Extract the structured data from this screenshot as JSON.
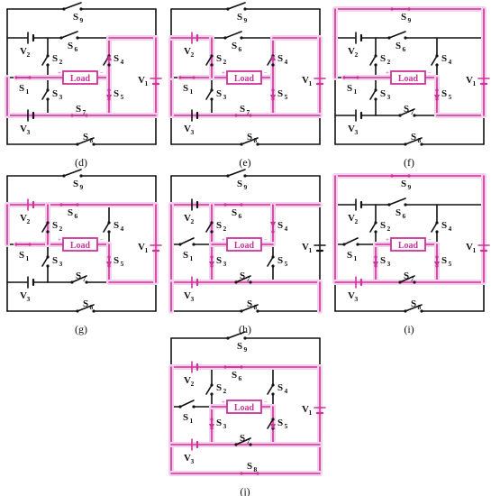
{
  "figure": {
    "colors": {
      "wire": "#111111",
      "path": "#cc3399",
      "highlight": "#f3d2ec",
      "background": "#ffffff"
    },
    "components": {
      "load": "Load",
      "plus": "+",
      "minus": "−"
    },
    "labels": {
      "S9": [
        "S",
        "9"
      ],
      "S6": [
        "S",
        "6"
      ],
      "S2": [
        "S",
        "2"
      ],
      "S4": [
        "S",
        "4"
      ],
      "S1": [
        "S",
        "1"
      ],
      "S3": [
        "S",
        "3"
      ],
      "S5": [
        "S",
        "5"
      ],
      "S7": [
        "S",
        "7"
      ],
      "S8": [
        "S",
        "8"
      ],
      "V1": [
        "V",
        "1"
      ],
      "V2": [
        "V",
        "2"
      ],
      "V3": [
        "V",
        "3"
      ]
    },
    "panels": [
      {
        "id": "d",
        "caption": "(d)",
        "closed": [
          "S1",
          "S7",
          "S5"
        ],
        "path": [
          [
            "S1w",
            "Lw"
          ],
          [
            "Le",
            "N2m"
          ],
          [
            "N2m",
            "S5"
          ],
          [
            "N2m",
            "N3t"
          ],
          [
            "N2t",
            "V1"
          ],
          [
            "N2t",
            "N2m"
          ],
          [
            "N1m",
            "S3"
          ]
        ],
        "arrows": [
          {
            "seg": "N2tm",
            "dir": "up"
          },
          {
            "seg": "N2mb",
            "dir": "down"
          }
        ]
      },
      {
        "id": "e",
        "caption": "(e)",
        "closed": [
          "S1",
          "S7",
          "S5"
        ],
        "path": [
          [
            "S1w",
            "Lw"
          ],
          [
            "Le",
            "N2m"
          ],
          [
            "N2m",
            "S5"
          ],
          [
            "N2t",
            "V1"
          ],
          [
            "V2",
            "S2"
          ]
        ],
        "arrows": [
          {
            "seg": "N2tm",
            "dir": "up"
          },
          {
            "seg": "N2mb",
            "dir": "down"
          }
        ]
      },
      {
        "id": "f",
        "caption": "(f)",
        "closed": [
          "S9",
          "S1",
          "S5"
        ],
        "path": [
          [
            "S9"
          ],
          [
            "S1w",
            "Lw"
          ],
          [
            "Le",
            "N2m"
          ],
          [
            "N2m",
            "S5"
          ],
          [
            "V1"
          ]
        ],
        "arrows": [
          {
            "seg": "N2mb",
            "dir": "down"
          }
        ]
      },
      {
        "id": "g",
        "caption": "(g)",
        "closed": [
          "S6",
          "S1",
          "S5"
        ],
        "path": [
          [
            "S1w",
            "Lw"
          ],
          [
            "Le",
            "N2m"
          ],
          [
            "N2m",
            "S5"
          ],
          [
            "V1"
          ],
          [
            "V2",
            "S2"
          ]
        ],
        "arrows": [
          {
            "seg": "N2mb",
            "dir": "down"
          }
        ]
      },
      {
        "id": "h",
        "caption": "(h)",
        "closed": [
          "S6",
          "S3",
          "S4"
        ],
        "path": [
          [
            "S6"
          ],
          [
            "S3"
          ],
          [
            "Lw",
            "Le"
          ],
          [
            "S4"
          ],
          [
            "V3"
          ]
        ],
        "arrows": [
          {
            "seg": "N2tm",
            "dir": "down"
          },
          {
            "seg": "N1mb",
            "dir": "down"
          }
        ]
      },
      {
        "id": "i",
        "caption": "(i)",
        "closed": [
          "S9",
          "S3",
          "S5"
        ],
        "path": [
          [
            "S9"
          ],
          [
            "S3"
          ],
          [
            "Lw",
            "Le"
          ],
          [
            "S5"
          ],
          [
            "V1"
          ],
          [
            "V3"
          ]
        ],
        "arrows": [
          {
            "seg": "N1mb",
            "dir": "down"
          },
          {
            "seg": "N2mb",
            "dir": "down"
          }
        ]
      },
      {
        "id": "j",
        "caption": "(j)",
        "closed": [
          "S6",
          "S3",
          "S8"
        ],
        "path": [
          [
            "S6"
          ],
          [
            "S3"
          ],
          [
            "Lw",
            "Le"
          ],
          [
            "S8"
          ],
          [
            "V1"
          ],
          [
            "V2"
          ],
          [
            "V3"
          ]
        ],
        "arrows": [
          {
            "seg": "N1mb",
            "dir": "down"
          },
          {
            "seg": "N2mb",
            "dir": "down"
          }
        ]
      }
    ]
  }
}
